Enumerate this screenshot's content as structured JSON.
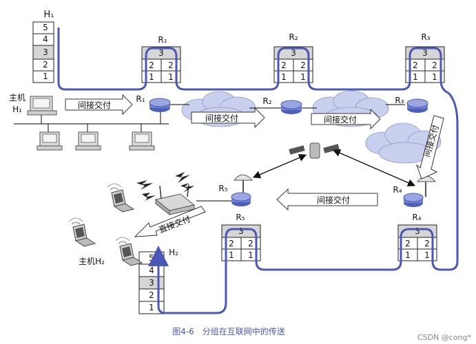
{
  "hosts": {
    "h1_label": "H₁",
    "h1_stack": [
      "5",
      "4",
      "3",
      "2",
      "1"
    ],
    "main_host_text": "主机",
    "main_host_sub": "H₁",
    "h2_label": "H₂",
    "h2_main_text": "主机H₂",
    "h2_stack": [
      "5",
      "4",
      "3",
      "2",
      "1"
    ]
  },
  "routers": {
    "r1_label": "R₁",
    "r2_label": "R₂",
    "r3_label": "R₃",
    "r4_label": "R₄",
    "r5_label": "R₅",
    "r1_net_label": "R₁",
    "r2_net_label": "R₂",
    "r3_net_label": "R₃",
    "r4_net_label": "R₄",
    "r5_net_label": "R₅",
    "layer3": "3",
    "layer2": "2",
    "layer1": "1"
  },
  "delivery": {
    "indirect": "间接交付",
    "direct": "直接交付"
  },
  "caption": "图4-6　分组在互联网中的传送",
  "watermark": "CSDN @cong*",
  "colors": {
    "path": "#4a57b5",
    "arrow_fill": "#ffffff",
    "cloud": "#c9d0ee",
    "router": "#6f7fd0",
    "caption": "#4a57b5"
  },
  "icons": [
    "router-icon",
    "cloud-icon",
    "satellite-icon",
    "dish-icon",
    "access-point-icon",
    "laptop-icon",
    "desktop-icon",
    "lightning-icon"
  ]
}
